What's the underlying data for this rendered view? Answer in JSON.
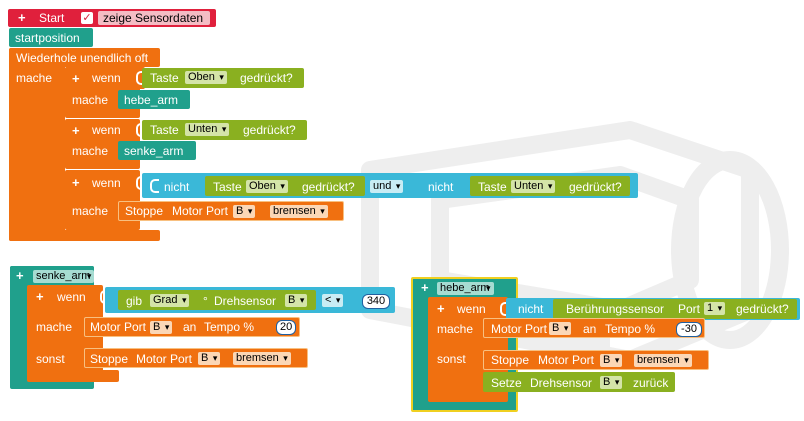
{
  "colors": {
    "red": "#e0203c",
    "teal": "#20a08c",
    "orange": "#f07010",
    "green": "#8ab020",
    "cyan": "#3ab8d8",
    "yellow": "#f0d020",
    "white": "#ffffff"
  },
  "main": {
    "start_label": "Start",
    "show_sensor_label": "zeige Sensordaten",
    "show_sensor_checked": "✓",
    "startposition": "startposition",
    "repeat_forever": "Wiederhole unendlich oft",
    "mache": "mache",
    "if1": {
      "wenn": "wenn",
      "taste": "Taste",
      "button": "Oben",
      "pressed": "gedrückt?",
      "mache": "mache",
      "call": "hebe_arm"
    },
    "if2": {
      "wenn": "wenn",
      "taste": "Taste",
      "button": "Unten",
      "pressed": "gedrückt?",
      "mache": "mache",
      "call": "senke_arm"
    },
    "if3": {
      "wenn": "wenn",
      "not1": "nicht",
      "taste1": "Taste",
      "button1": "Oben",
      "pressed1": "gedrückt?",
      "and": "und",
      "not2": "nicht",
      "taste2": "Taste",
      "button2": "Unten",
      "pressed2": "gedrückt?",
      "mache": "mache",
      "stop": "Stoppe",
      "motor_port": "Motor Port",
      "port": "B",
      "mode": "bremsen"
    }
  },
  "senke": {
    "name": "senke_arm",
    "wenn": "wenn",
    "get": "gib",
    "unit": "Grad",
    "degree": "°",
    "sensor": "Drehsensor",
    "port": "B",
    "op": "<",
    "value": "340",
    "mache": "mache",
    "motor_port": "Motor Port",
    "port2": "B",
    "an": "an",
    "tempo": "Tempo %",
    "speed": "20",
    "sonst": "sonst",
    "stop": "Stoppe",
    "motor_port2": "Motor Port",
    "port3": "B",
    "mode": "bremsen"
  },
  "hebe": {
    "name": "hebe_arm",
    "wenn": "wenn",
    "not": "nicht",
    "touch": "Berührungssensor",
    "port_label": "Port",
    "port": "1",
    "pressed": "gedrückt?",
    "mache": "mache",
    "motor_port": "Motor Port",
    "port2": "B",
    "an": "an",
    "tempo": "Tempo %",
    "speed": "-30",
    "sonst": "sonst",
    "stop": "Stoppe",
    "motor_port2": "Motor Port",
    "port3": "B",
    "mode": "bremsen",
    "reset": "Setze",
    "sensor": "Drehsensor",
    "port4": "B",
    "back": "zurück"
  }
}
